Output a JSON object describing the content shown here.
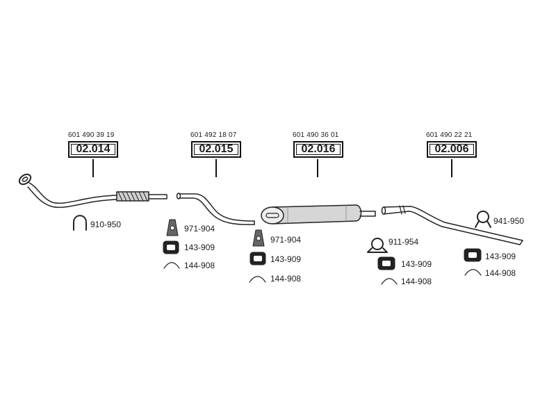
{
  "groups": [
    {
      "oem": "601 490 39 19",
      "part": "02.014"
    },
    {
      "oem": "601 492 18 07",
      "part": "02.015"
    },
    {
      "oem": "601 490 36 01",
      "part": "02.016"
    },
    {
      "oem": "601 490 22 21",
      "part": "02.006"
    }
  ],
  "accessories": {
    "g1_clamp": "910-950",
    "g2_bracket": "971-904",
    "g2_rubber": "143-909",
    "g2_gasket": "144-908",
    "g3_bracket": "971-904",
    "g3_rubber": "143-909",
    "g3_gasket": "144-908",
    "g4_clamp": "911-954",
    "g4_rubber": "143-909",
    "g4_gasket": "144-908",
    "g5_hanger": "941-950",
    "g5_rubber": "143-909",
    "g5_gasket": "144-908"
  }
}
